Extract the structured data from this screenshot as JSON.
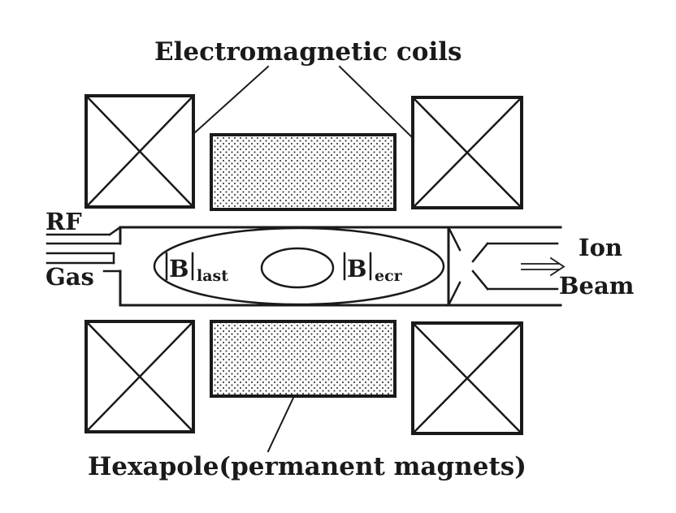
{
  "labels": {
    "coils": "Electromagnetic coils",
    "hexapole": "Hexapole(permanent magnets)",
    "rf": "RF",
    "gas": "Gas",
    "ion": "Ion",
    "beam": "Beam",
    "b_last_symbol": "B",
    "b_last_sub": "last",
    "b_ecr_symbol": "B",
    "b_ecr_sub": "ecr"
  },
  "colors": {
    "ink": "#1a1a1a",
    "dots": "#444444"
  }
}
